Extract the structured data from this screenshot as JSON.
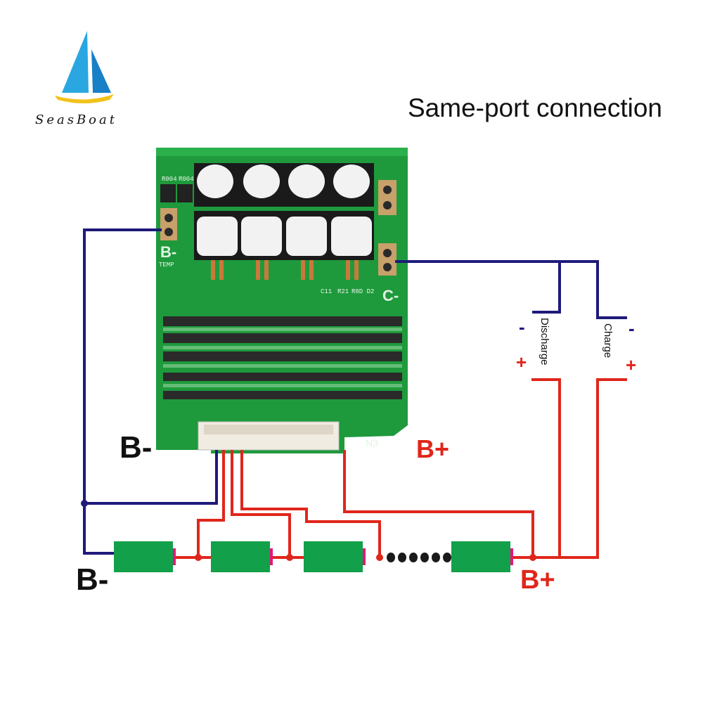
{
  "logo": {
    "brand_text": "SeasBoat"
  },
  "header": {
    "title": "Same-port connection"
  },
  "board": {
    "top_left_label": "B-",
    "right_port_label": "C-",
    "connector_label": "N3",
    "marking_main": "B+",
    "component_codes": [
      "R004",
      "R004",
      "TEMP",
      "C11",
      "R21",
      "R8D D2"
    ]
  },
  "labels": {
    "b_minus_board": "B-",
    "b_plus_board": "B+",
    "b_minus_battery": "B-",
    "b_plus_battery": "B+",
    "discharge": "Discharge",
    "charge": "Charge",
    "discharge_minus": "-",
    "discharge_plus": "+",
    "charge_minus": "-",
    "charge_plus": "+"
  },
  "colors": {
    "negative_wire": "#1f1a7a",
    "positive_wire": "#e0261b",
    "cell": "#12a04a",
    "pcb": "#1e9a3c",
    "terminal": "#e3177a"
  },
  "cells": {
    "count_shown": 4,
    "ellipsis_dots": 6
  }
}
